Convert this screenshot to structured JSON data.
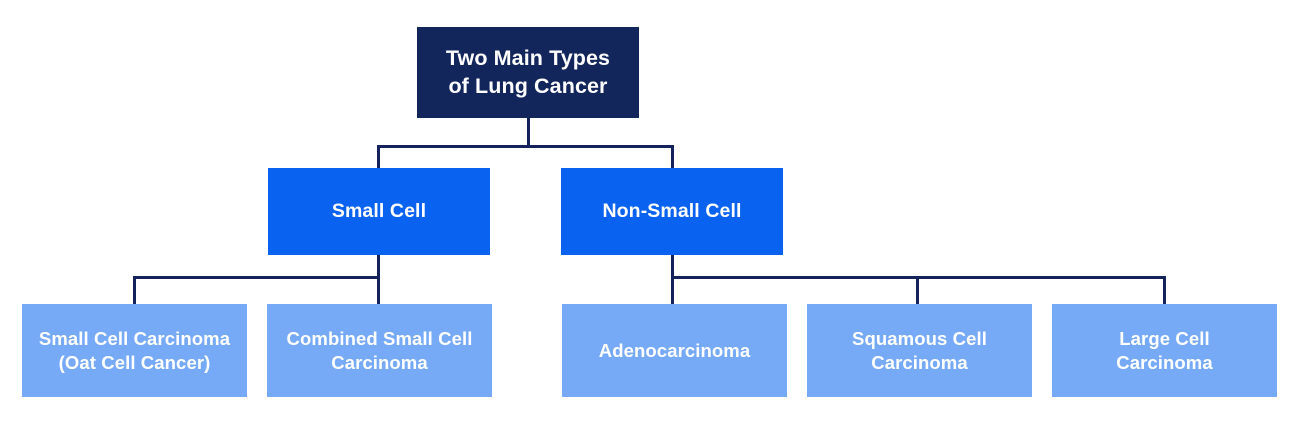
{
  "diagram": {
    "title": "Two Main Types of Lung Cancer",
    "type": "hierarchy-tree",
    "background_color": "#ffffff",
    "connector_color": "#14235c",
    "levels": [
      {
        "level": 1,
        "box_color": "#13265c",
        "text_color": "#ffffff",
        "nodes": [
          {
            "id": "root",
            "label": "Two Main Types of Lung Cancer",
            "line1": "Two Main Types",
            "line2": "of Lung Cancer"
          }
        ]
      },
      {
        "level": 2,
        "box_color": "#0a62f0",
        "text_color": "#ffffff",
        "nodes": [
          {
            "id": "small-cell",
            "label": "Small Cell",
            "parent": "root"
          },
          {
            "id": "non-small-cell",
            "label": "Non-Small Cell",
            "parent": "root"
          }
        ]
      },
      {
        "level": 3,
        "box_color": "#76aaf7",
        "text_color": "#ffffff",
        "nodes": [
          {
            "id": "small-cell-carcinoma",
            "label": "Small Cell Carcinoma (Oat Cell Cancer)",
            "line1": "Small Cell Carcinoma",
            "line2": "(Oat Cell Cancer)",
            "parent": "small-cell"
          },
          {
            "id": "combined-small-cell-carcinoma",
            "label": "Combined Small Cell Carcinoma",
            "line1": "Combined Small Cell",
            "line2": "Carcinoma",
            "parent": "small-cell"
          },
          {
            "id": "adenocarcinoma",
            "label": "Adenocarcinoma",
            "line1": "Adenocarcinoma",
            "line2": "",
            "parent": "non-small-cell"
          },
          {
            "id": "squamous-cell-carcinoma",
            "label": "Squamous Cell Carcinoma",
            "line1": "Squamous Cell",
            "line2": "Carcinoma",
            "parent": "non-small-cell"
          },
          {
            "id": "large-cell-carcinoma",
            "label": "Large Cell Carcinoma",
            "line1": "Large Cell",
            "line2": "Carcinoma",
            "parent": "non-small-cell"
          }
        ]
      }
    ]
  }
}
